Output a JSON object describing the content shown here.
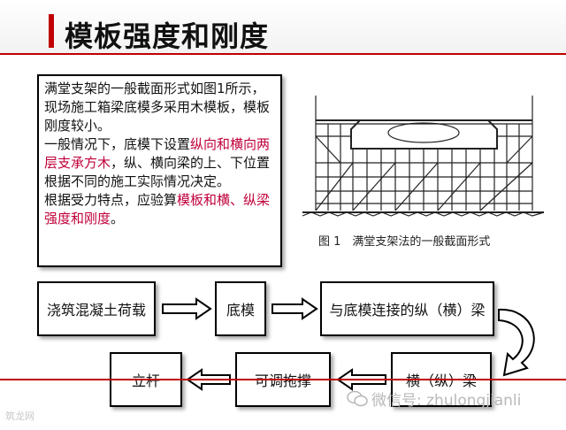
{
  "slide": {
    "title": "模板强度和刚度",
    "accent_color": "#c00000"
  },
  "text_box": {
    "paragraphs": [
      [
        {
          "text": "满堂支架的一般截面形式如图1所示，现场施工箱梁底模多采用木模板，模板刚度较小。",
          "highlight": false
        }
      ],
      [
        {
          "text": "一般情况下，底模下设置",
          "highlight": false
        },
        {
          "text": "纵向和横向两层支承方木",
          "highlight": true
        },
        {
          "text": "，纵、横向梁的上、下位置根据不同的施工实际情况决定。",
          "highlight": false
        }
      ],
      [
        {
          "text": "根据受力特点，应验算",
          "highlight": false
        },
        {
          "text": "模板和横、纵梁强度和刚度",
          "highlight": true
        },
        {
          "text": "。",
          "highlight": false
        }
      ]
    ]
  },
  "figure": {
    "caption": "图 1　满堂支架法的一般截面形式"
  },
  "flow": {
    "step1": "浇筑混凝土荷载",
    "step2": "底模",
    "step3": "与底模连接的纵（横）梁",
    "step4": "横（纵）梁",
    "step5": "可调拖撑",
    "step6": "立杆"
  },
  "watermark": {
    "text": "微信号: zhulongjianli",
    "icon": "wechat-icon"
  },
  "logo": {
    "text": "筑龙网"
  }
}
